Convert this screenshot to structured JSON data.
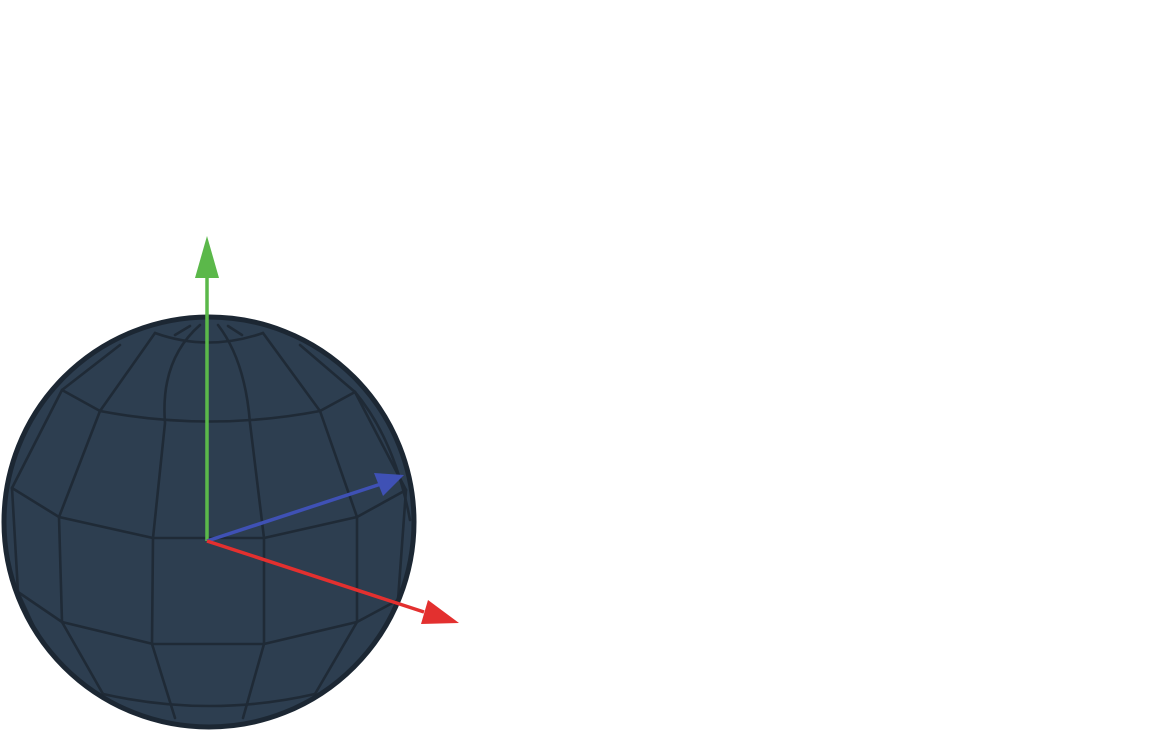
{
  "scene": {
    "background_color": "#ffffff",
    "object": {
      "type": "sphere",
      "render_style": "flat-shaded-wireframe",
      "fill_color": "#2d3e50",
      "edge_color": "#1f2a36"
    },
    "axes": [
      {
        "axis": "x",
        "color": "#e3302f"
      },
      {
        "axis": "y",
        "color": "#5bb84a"
      },
      {
        "axis": "z",
        "color": "#3f51b5"
      }
    ]
  }
}
